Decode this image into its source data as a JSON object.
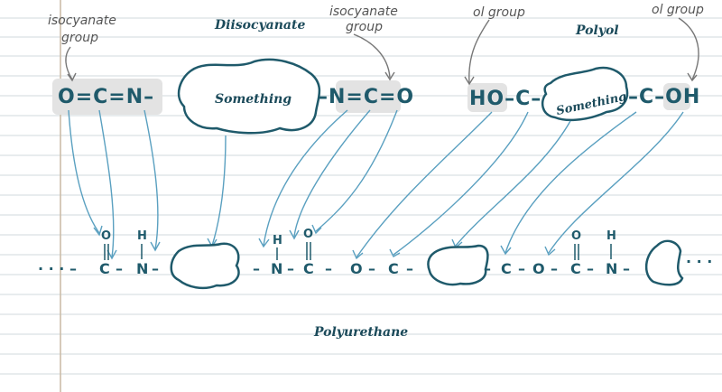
{
  "labels": {
    "isocyanate_group_left": [
      "isocyanate",
      "group"
    ],
    "isocyanate_group_right": [
      "isocyanate",
      "group"
    ],
    "ol_group_left": "ol group",
    "ol_group_right": "ol group",
    "diisocyanate": "Diisocyanate",
    "polyol": "Polyol",
    "polyurethane": "Polyurethane"
  },
  "diisocyanate_molecule": {
    "left_group": "O=C=N–",
    "blob_text": "Something",
    "right_group": "–N=C=O"
  },
  "polyol_molecule": {
    "left_group": "HO–C–",
    "blob_text": "Something",
    "right_group": "–C–OH"
  },
  "chain": {
    "left_ellipsis": "· · · –",
    "right_ellipsis": "· · ·",
    "atom_C": "C",
    "atom_N": "N",
    "atom_O": "O",
    "atom_H": "H",
    "dash": "–"
  },
  "colors": {
    "ink": "#1f5a6b",
    "arrow": "#5aa0c0",
    "grey_arrow": "#777777",
    "highlight": "#e3e3e3",
    "rule_line": "#d0d8dc",
    "margin_line": "#c9b9a3",
    "heading": "#1b4a5a"
  }
}
